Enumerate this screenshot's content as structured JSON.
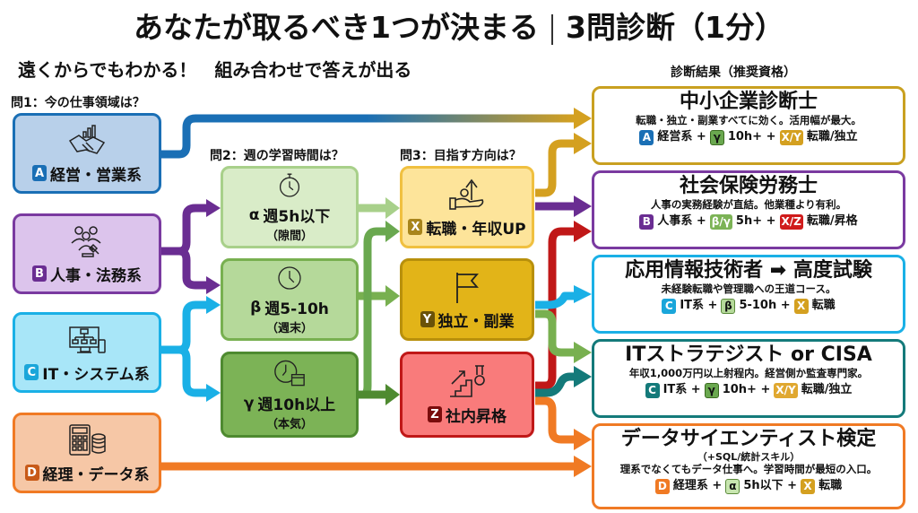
{
  "header": {
    "title_left": "あなたが取るべき1つが決まる",
    "title_right": "3問診断（1分）",
    "subtitle": "遠くからでもわかる！　組み合わせで答えが出る",
    "results_heading": "診断結果（推奨資格）"
  },
  "questions": {
    "q1": "問1：今の仕事領域は？",
    "q2": "問2：週の学習時間は？",
    "q3": "問3：目指す方向は？"
  },
  "q1_options": [
    {
      "badge": "A",
      "label": "経営・営業系",
      "icon": "handshake-chart-icon",
      "fill": "#b8d0ea",
      "border": "#1a6fb5",
      "badge_color": "#1a6fb5"
    },
    {
      "badge": "B",
      "label": "人事・法務系",
      "icon": "people-gavel-icon",
      "fill": "#dcc4ec",
      "border": "#7a3aa0",
      "badge_color": "#6a2d92"
    },
    {
      "badge": "C",
      "label": "IT・システム系",
      "icon": "network-computer-icon",
      "fill": "#a8e6f8",
      "border": "#1ab0e6",
      "badge_color": "#1aa6da"
    },
    {
      "badge": "D",
      "label": "経理・データ系",
      "icon": "calculator-database-icon",
      "fill": "#f6c7a6",
      "border": "#f07a24",
      "badge_color": "#c85a18"
    }
  ],
  "q2_options": [
    {
      "symbol": "α",
      "label": "週5h以下",
      "sub": "（隙間）",
      "icon": "stopwatch-icon",
      "fill": "#d9ecc8",
      "border": "#a8d08a"
    },
    {
      "symbol": "β",
      "label": "週5-10h",
      "sub": "（週末）",
      "icon": "clock-icon",
      "fill": "#b5d99a",
      "border": "#78b050"
    },
    {
      "symbol": "γ",
      "label": "週10h以上",
      "sub": "（本気）",
      "icon": "clock-calendar-icon",
      "fill": "#7cb356",
      "border": "#4e8a30"
    }
  ],
  "q3_options": [
    {
      "badge": "X",
      "label": "転職・年収UP",
      "icon": "hand-money-arrow-icon",
      "fill": "#fde49a",
      "border": "#f0c040",
      "badge_color": "#a8851c"
    },
    {
      "badge": "Y",
      "label": "独立・副業",
      "icon": "flag-icon",
      "fill": "#e2b418",
      "border": "#b8900c",
      "badge_color": "#6a5208"
    },
    {
      "badge": "Z",
      "label": "社内昇格",
      "icon": "stairs-medal-icon",
      "fill": "#f97b7b",
      "border": "#c01818",
      "badge_color": "#7a0c0c"
    }
  ],
  "results": [
    {
      "title": "中小企業診断士",
      "desc": "転職・独立・副業すべてに効く。活用幅が最大。",
      "border": "#c9a020",
      "recipe": [
        {
          "badge": "A",
          "color": "#1a6fb5"
        },
        {
          "text": "経営系 +"
        },
        {
          "badge": "γ",
          "color": "#6aa84f",
          "dark": true
        },
        {
          "text": "10h+ +"
        },
        {
          "badge": "X/Y",
          "color": "#d4a020"
        },
        {
          "text": "転職/独立"
        }
      ]
    },
    {
      "title": "社会保険労務士",
      "desc": "人事の実務経験が直結。他業種より有利。",
      "border": "#7a3aa0",
      "recipe": [
        {
          "badge": "B",
          "color": "#6a2d92"
        },
        {
          "text": "人事系 +"
        },
        {
          "badge": "β/γ",
          "color": "#7cb356"
        },
        {
          "text": "5h+ +"
        },
        {
          "badge": "X/Z",
          "color": "#d01c1c"
        },
        {
          "text": "転職/昇格"
        }
      ]
    },
    {
      "title": "応用情報技術者 ➡ 高度試験",
      "desc": "未経験転職や管理職への王道コース。",
      "border": "#1ab0e6",
      "recipe": [
        {
          "badge": "C",
          "color": "#1aa6da"
        },
        {
          "text": "IT系 +"
        },
        {
          "badge": "β",
          "color": "#b5d99a",
          "dark": true
        },
        {
          "text": "5-10h +"
        },
        {
          "badge": "X",
          "color": "#d4a020"
        },
        {
          "text": "転職"
        }
      ]
    },
    {
      "title": "ITストラテジスト or CISA",
      "desc": "年収1,000万円以上射程内。経営側か監査専門家。",
      "border": "#147a7a",
      "recipe": [
        {
          "badge": "C",
          "color": "#147a7a"
        },
        {
          "text": "IT系 +"
        },
        {
          "badge": "γ",
          "color": "#6aa84f",
          "dark": true
        },
        {
          "text": "10h+ +"
        },
        {
          "badge": "X/Y",
          "color": "#e0a830"
        },
        {
          "text": "転職/独立"
        }
      ]
    },
    {
      "title": "データサイエンティスト検定",
      "subnote": "（+SQL/統計スキル）",
      "desc": "理系でなくてもデータ仕事へ。学習時間が最短の入口。",
      "border": "#f07a24",
      "recipe": [
        {
          "badge": "D",
          "color": "#f07a24"
        },
        {
          "text": "経理系 +"
        },
        {
          "badge": "α",
          "color": "#c8e6b0",
          "dark": true
        },
        {
          "text": "5h以下 +"
        },
        {
          "badge": "X",
          "color": "#d4a020"
        },
        {
          "text": "転職"
        }
      ]
    }
  ]
}
